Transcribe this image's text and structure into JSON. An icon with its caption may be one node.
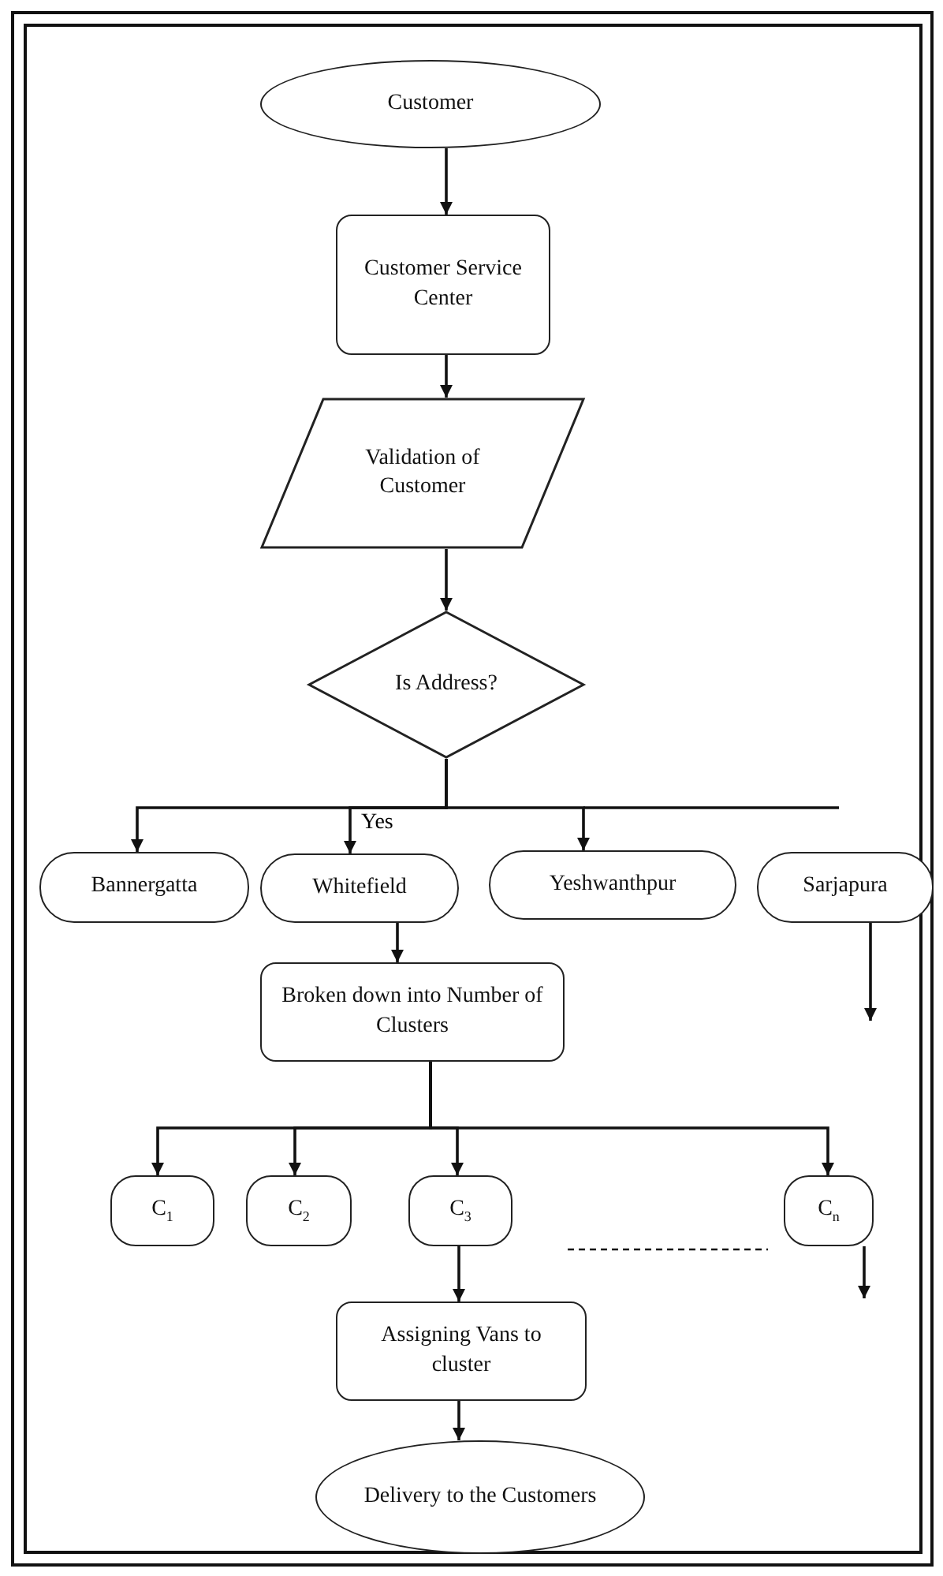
{
  "diagram": {
    "nodes": [
      {
        "text": [
          "Customer"
        ]
      },
      {
        "text": [
          "Customer Service Center"
        ]
      },
      {
        "text": [
          "Validation of Customer"
        ]
      },
      {
        "text": [
          "Is Address?"
        ]
      },
      {
        "text": [
          "Bannergatta"
        ]
      },
      {
        "text": [
          "Whitefield"
        ]
      },
      {
        "text": [
          "Yeshwanthpur"
        ]
      },
      {
        "text": [
          "Sarjapura"
        ]
      },
      {
        "text": [
          "Broken down into Number of Clusters"
        ]
      },
      {
        "text": [
          "C$_{1}$"
        ]
      },
      {
        "text": [
          "C$_{2}$"
        ]
      },
      {
        "text": [
          "C$_{3}$"
        ]
      },
      {
        "text": [
          "C$_{n}$"
        ]
      },
      {
        "text": [
          "Assigning Vans to cluster"
        ]
      },
      {
        "text": [
          "Delivery to the Customers"
        ]
      }
    ],
    "edges": [
      {
        "from": 0,
        "to": 1,
        "arrow": "to"
      },
      {
        "from": 1,
        "to": 2,
        "arrow": "to"
      },
      {
        "from": 2,
        "to": 3,
        "arrow": "to"
      },
      {
        "from": 3,
        "to": 4,
        "arrow": "to"
      },
      {
        "from": 3,
        "to": 5,
        "arrow": "to",
        "label": "Yes"
      },
      {
        "from": 3,
        "to": 6,
        "arrow": "to"
      },
      {
        "from": 5,
        "to": 8,
        "arrow": "to"
      },
      {
        "from": 7,
        "to": null,
        "arrow": "to"
      },
      {
        "from": 8,
        "to": 9,
        "arrow": "to"
      },
      {
        "from": 8,
        "to": 10,
        "arrow": "to"
      },
      {
        "from": 8,
        "to": 11,
        "arrow": "to"
      },
      {
        "from": 8,
        "to": 12,
        "arrow": "to"
      },
      {
        "from": 12,
        "to": null,
        "arrow": "to"
      },
      {
        "from": 11,
        "to": 13,
        "arrow": "to"
      },
      {
        "from": 13,
        "to": 14,
        "arrow": "to"
      }
    ]
  }
}
